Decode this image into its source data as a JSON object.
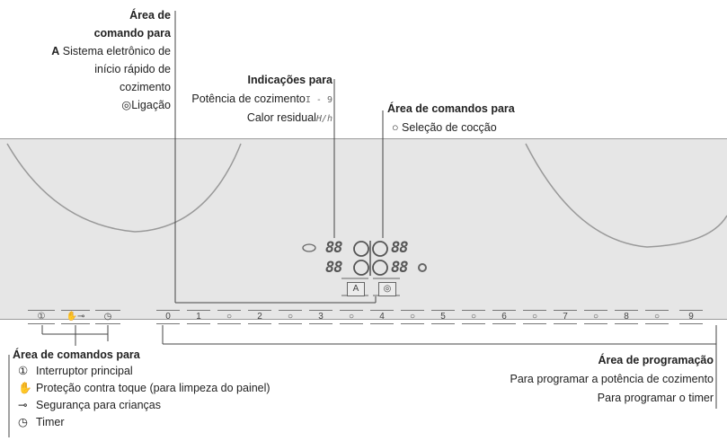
{
  "top_left": {
    "title_line1": "Área de",
    "title_line2": "comando para",
    "a_letter": "A",
    "a_text": " Sistema eletrônico de",
    "line4": "início rápido de",
    "line5": "cozimento",
    "connect_symbol": "◎",
    "connect_label": "Ligação"
  },
  "indications": {
    "title": "Indicações para",
    "power_label": "Potência de cozimento",
    "power_symbol": "I - 9",
    "residual_label": "Calor residual",
    "residual_symbol": "H/h"
  },
  "cook_area": {
    "title": "Área de comandos para",
    "symbol": "○",
    "label": "Seleção de cocção"
  },
  "panel": {
    "display_row1_left": "88",
    "display_row1_right": "88",
    "display_row2_left": "88",
    "display_row2_right": "88",
    "btn_a": "A",
    "btn_o": "◎",
    "left_keys": [
      "①",
      "✋⊸",
      "◷"
    ],
    "slider_keys": [
      "0",
      "1",
      "○",
      "2",
      "○",
      "3",
      "○",
      "4",
      "○",
      "5",
      "○",
      "6",
      "○",
      "7",
      "○",
      "8",
      "○",
      "9"
    ]
  },
  "bottom_left": {
    "title": "Área de comandos para",
    "items": [
      {
        "icon": "①",
        "label": "Interruptor principal"
      },
      {
        "icon": "✋",
        "label": "Proteção contra toque (para limpeza do painel)"
      },
      {
        "icon": "⊸",
        "label": "Segurança para crianças"
      },
      {
        "icon": "◷",
        "label": "Timer"
      }
    ]
  },
  "bottom_right": {
    "title": "Área de programação",
    "line1": "Para programar a potência de cozimento",
    "line2": "Para programar o timer"
  }
}
